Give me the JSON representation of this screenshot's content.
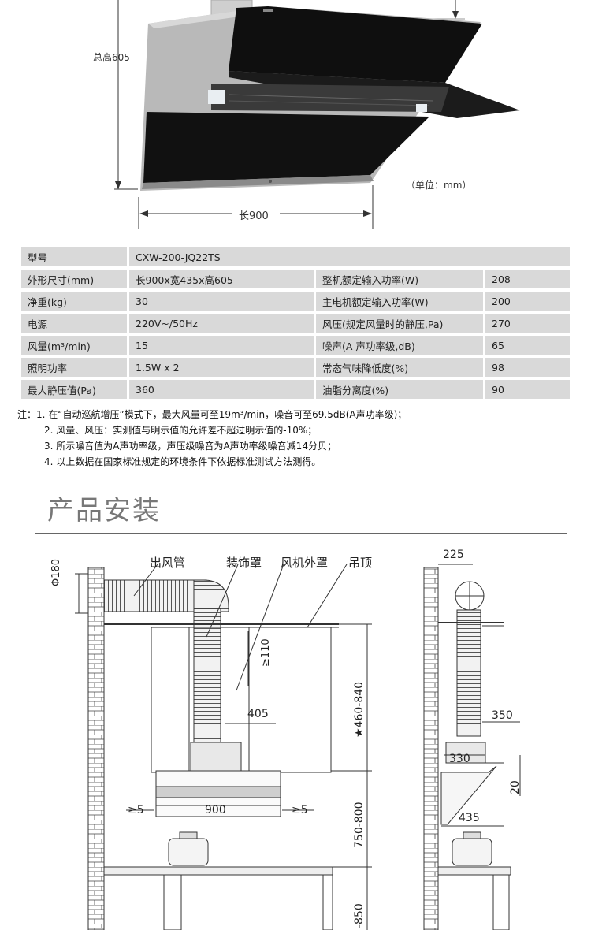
{
  "top_diagram": {
    "total_height_label": "总高605",
    "unit_label": "（单位：mm）",
    "length_label": "长900"
  },
  "spec_table": {
    "rows": [
      {
        "k1": "型号",
        "v1": "CXW-200-JQ22TS",
        "k2": "",
        "v2": ""
      },
      {
        "k1": "外形尺寸(mm)",
        "v1": "长900x宽435x高605",
        "k2": "整机额定输入功率(W)",
        "v2": "208"
      },
      {
        "k1": "净重(kg)",
        "v1": "30",
        "k2": "主电机额定输入功率(W)",
        "v2": "200"
      },
      {
        "k1": "电源",
        "v1": "220V~/50Hz",
        "k2": "风压(规定风量时的静压,Pa)",
        "v2": "270"
      },
      {
        "k1": "风量(m³/min)",
        "v1": "15",
        "k2": "噪声(A 声功率级,dB)",
        "v2": "65"
      },
      {
        "k1": "照明功率",
        "v1": "1.5W x 2",
        "k2": "常态气味降低度(%)",
        "v2": "98"
      },
      {
        "k1": "最大静压值(Pa)",
        "v1": "360",
        "k2": "油脂分离度(%)",
        "v2": "90"
      }
    ]
  },
  "notes": [
    "注：1. 在“自动巡航增压”模式下，最大风量可至19m³/min，噪音可至69.5dB(A声功率级)；",
    "2. 风量、风压：实测值与明示值的允许差不超过明示值的-10%；",
    "3. 所示噪音值为A声功率级，声压级噪音为A声功率级噪音减14分贝；",
    "4. 以上数据在国家标准规定的环境条件下依据标准测试方法测得。"
  ],
  "install": {
    "title": "产品安装",
    "labels": {
      "duct": "出风管",
      "cover": "装饰罩",
      "fan_cover": "风机外罩",
      "ceiling": "吊顶",
      "phi": "Φ180",
      "min110": "≥110",
      "d405": "405",
      "d900": "900",
      "ge5_left": "≥5",
      "ge5_right": "≥5",
      "h460": "★460-840",
      "h750": "750-800",
      "h850": "-850",
      "d225": "225",
      "d350": "350",
      "d330": "330",
      "d20": "20",
      "d435": "435"
    }
  }
}
